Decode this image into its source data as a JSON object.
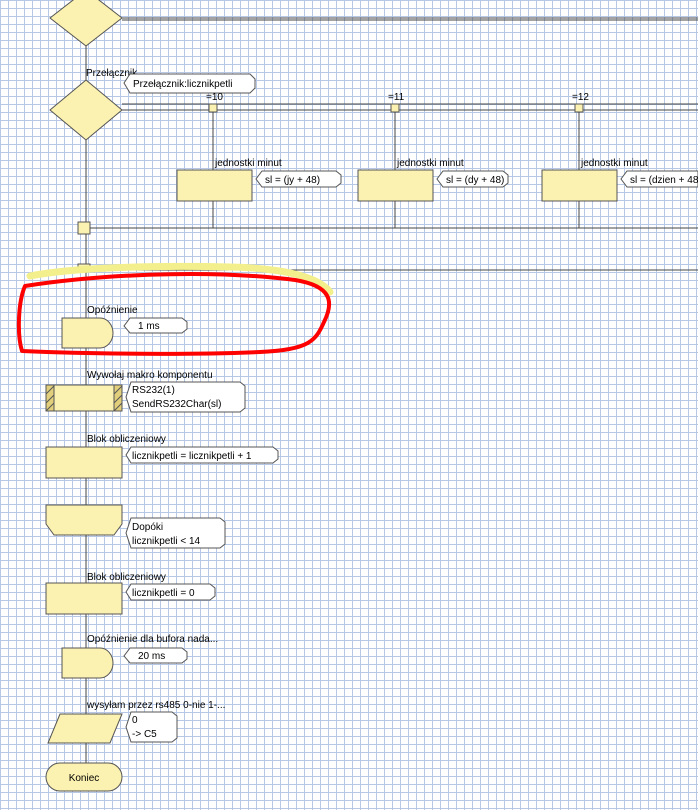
{
  "switch": {
    "label": "Przełącznik",
    "expr": "Przełącznik:licznikpetli",
    "cases": [
      {
        "value": "=10",
        "label": "jednostki minut",
        "expr": "sl = (jy + 48)"
      },
      {
        "value": "=11",
        "label": "jednostki minut",
        "expr": "sl = (dy + 48)"
      },
      {
        "value": "=12",
        "label": "jednostki minut",
        "expr": "sl = (dzien + 48"
      }
    ]
  },
  "delay1": {
    "label": "Opóźnienie",
    "value": "1 ms"
  },
  "macro": {
    "label": "Wywołaj makro komponentu",
    "line1": "RS232(1)",
    "line2": "SendRS232Char(sl)"
  },
  "calc1": {
    "label": "Blok obliczeniowy",
    "expr": "licznikpetli = licznikpetli + 1"
  },
  "loop_end": {
    "line1": "Dopóki",
    "line2": "licznikpetli < 14"
  },
  "calc2": {
    "label": "Blok obliczeniowy",
    "expr": "licznikpetli = 0"
  },
  "delay2": {
    "label": "Opóźnienie dla bufora nada...",
    "value": "20 ms"
  },
  "output": {
    "label": "wysyłam przez rs485 0-nie 1-...",
    "line1": "0",
    "line2": "-> C5"
  },
  "end": {
    "label": "Koniec"
  },
  "colors": {
    "shape_fill": "#fbf1b0",
    "highlight": "#ff0000",
    "yellow_glow": "#f2ef8c"
  }
}
